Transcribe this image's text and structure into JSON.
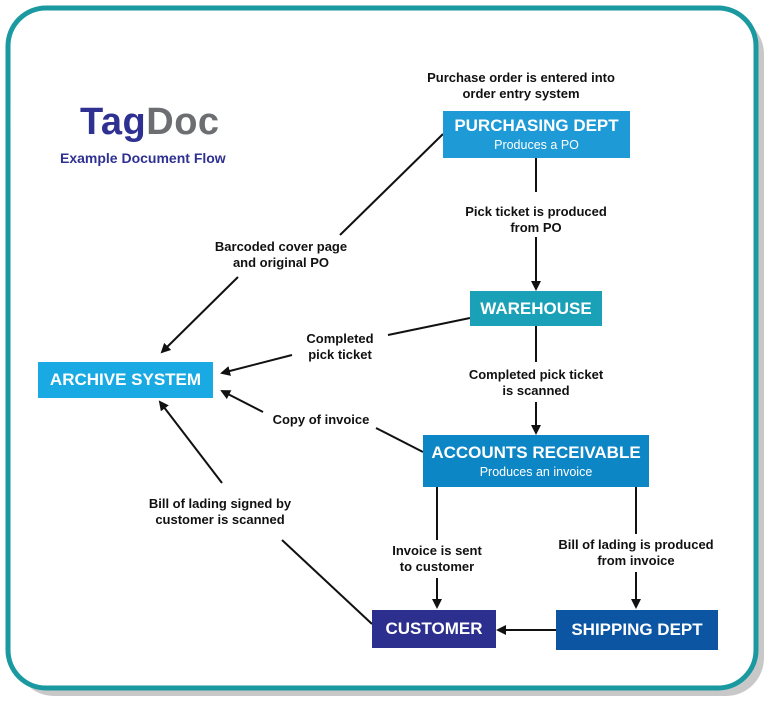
{
  "brand": {
    "part1": "Tag",
    "part2": "Doc",
    "subtitle": "Example Document Flow"
  },
  "nodes": {
    "purchasing": {
      "title": "PURCHASING DEPT",
      "sub": "Produces a PO",
      "color": "#1e9ad6"
    },
    "warehouse": {
      "title": "WAREHOUSE",
      "color": "#1aa0b7"
    },
    "archive": {
      "title": "ARCHIVE SYSTEM",
      "color": "#19aae4"
    },
    "accounts": {
      "title": "ACCOUNTS RECEIVABLE",
      "sub": "Produces an invoice",
      "color": "#0d86c6"
    },
    "customer": {
      "title": "CUSTOMER",
      "color": "#2d2f8f"
    },
    "shipping": {
      "title": "SHIPPING DEPT",
      "color": "#0b55a3"
    }
  },
  "labels": {
    "po_entered": [
      "Purchase order is entered into",
      "order entry system"
    ],
    "pick_ticket_produced": [
      "Pick ticket is produced",
      "from PO"
    ],
    "barcoded_cover": [
      "Barcoded cover page",
      "and original PO"
    ],
    "completed_pick": [
      "Completed",
      "pick ticket"
    ],
    "completed_scanned": [
      "Completed pick ticket",
      "is scanned"
    ],
    "copy_invoice": [
      "Copy of invoice"
    ],
    "bill_signed": [
      "Bill of lading signed by",
      "customer is scanned"
    ],
    "invoice_sent": [
      "Invoice is sent",
      "to customer"
    ],
    "bill_produced": [
      "Bill of lading is produced",
      "from invoice"
    ]
  },
  "colors": {
    "frame": "#1a9aa0",
    "arrow": "#111111"
  }
}
